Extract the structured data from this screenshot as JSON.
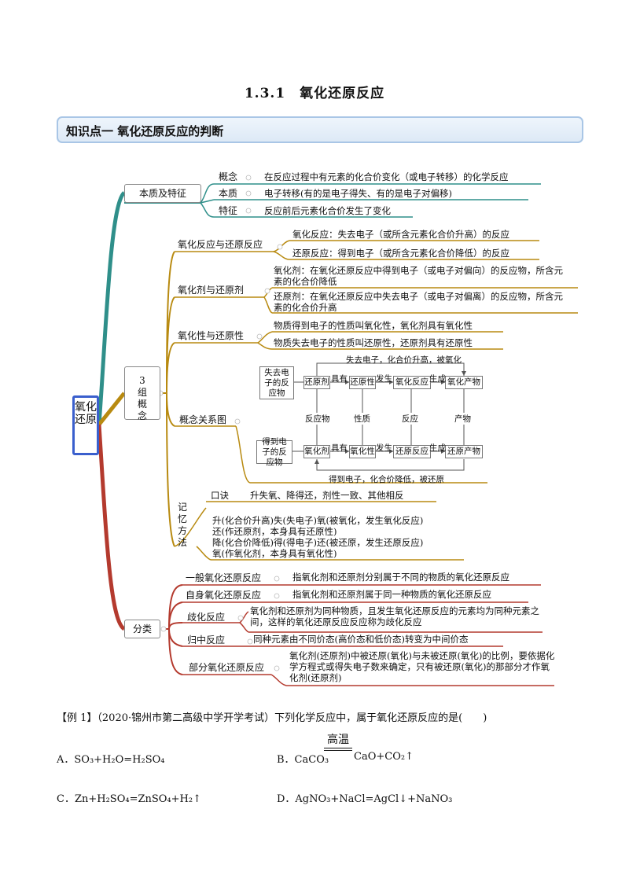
{
  "title": "1.3.1　氧化还原反应",
  "section": "知识点一  氧化还原反应的判断",
  "mindmap": {
    "root": "氧化还原",
    "b1": {
      "label": "本质及特征",
      "items": [
        {
          "key": "概念",
          "text": "在反应过程中有元素的化合价变化（或电子转移）的化学反应"
        },
        {
          "key": "本质",
          "text": "电子转移(有的是电子得失、有的是电子对偏移)"
        },
        {
          "key": "特征",
          "text": "反应前后元素化合价发生了变化"
        }
      ]
    },
    "b2": {
      "label": "3组概念",
      "g1": {
        "label": "氧化反应与还原反应",
        "items": [
          "氧化反应：失去电子（或所含元素化合价升高）的反应",
          "还原反应：得到电子（或所含元素化合价降低）的反应"
        ]
      },
      "g2": {
        "label": "氧化剂与还原剂",
        "items": [
          "氧化剂：在氧化还原反应中得到电子（或电子对偏向）的反应物，所含元素的化合价降低",
          "还原剂：在氧化还原反应中失去电子（或电子对偏离）的反应物，所含元素的化合价升高"
        ]
      },
      "g3": {
        "label": "氧化性与还原性",
        "items": [
          "物质得到电子的性质叫氧化性，氧化剂具有氧化性",
          "物质失去电子的性质叫还原性，还原剂具有还原性"
        ]
      },
      "g4": {
        "label": "概念关系图",
        "top_arrow": "失去电子，化合价升高，被氧化",
        "bottom_arrow": "得到电子，化合价降低，被还原",
        "side_top": "失去电子的反应物",
        "side_bottom": "得到电子的反应物",
        "row_top": [
          "还原剂",
          "还原性",
          "氧化反应",
          "氧化产物"
        ],
        "row_bottom": [
          "氧化剂",
          "氧化性",
          "还原反应",
          "还原产物"
        ],
        "links": [
          "具有",
          "发生",
          "生成"
        ],
        "columns": [
          "反应物",
          "性质",
          "反应",
          "产物"
        ]
      },
      "g5": {
        "label": "记忆方法",
        "mnemonic_key": "口诀",
        "mnemonic": "升失氧、降得还，剂性一致、其他相反",
        "lines": [
          "升(化合价升高)失(失电子)氧(被氧化，发生氧化反应)",
          "还(作还原剂，本身具有还原性)",
          "降(化合价降低)得(得电子)还(被还原，发生还原反应)",
          "氧(作氧化剂，本身具有氧化性)"
        ]
      }
    },
    "b3": {
      "label": "分类",
      "items": [
        {
          "key": "一般氧化还原反应",
          "text": "指氧化剂和还原剂分别属于不同的物质的氧化还原反应"
        },
        {
          "key": "自身氧化还原反应",
          "text": "指氧化剂和还原剂属于同一种物质的氧化还原反应"
        },
        {
          "key": "歧化反应",
          "text": "氧化剂和还原剂为同种物质，且发生氧化还原反应的元素均为同种元素之间，这样的氧化还原反应反应称为歧化反应"
        },
        {
          "key": "归中反应",
          "text": "同种元素由不同价态(高价态和低价态)转变为中间价态"
        },
        {
          "key": "部分氧化还原反应",
          "text": "氧化剂(还原剂)中被还原(氧化)与未被还原(氧化)的比例，要依据化学方程式或得失电子数来确定，只有被还原(氧化)的那部分才作氧化剂(还原剂)"
        }
      ]
    }
  },
  "example": {
    "stem": "【例 1】（2020·锦州市第二高级中学开学考试）下列化学反应中，属于氧化还原反应的是(　　)",
    "condition": "高温",
    "options": {
      "A": "A．SO₃+H₂O=H₂SO₄",
      "B": "B．CaCO₃",
      "B2": "CaO+CO₂↑",
      "C": "C．Zn+H₂SO₄=ZnSO₄+H₂↑",
      "D": "D．AgNO₃+NaCl=AgCl↓+NaNO₃"
    }
  },
  "colors": {
    "teal": "#2f8f8a",
    "gold": "#b88a10",
    "red": "#b43a2e",
    "root_border": "#3a5fcd"
  }
}
